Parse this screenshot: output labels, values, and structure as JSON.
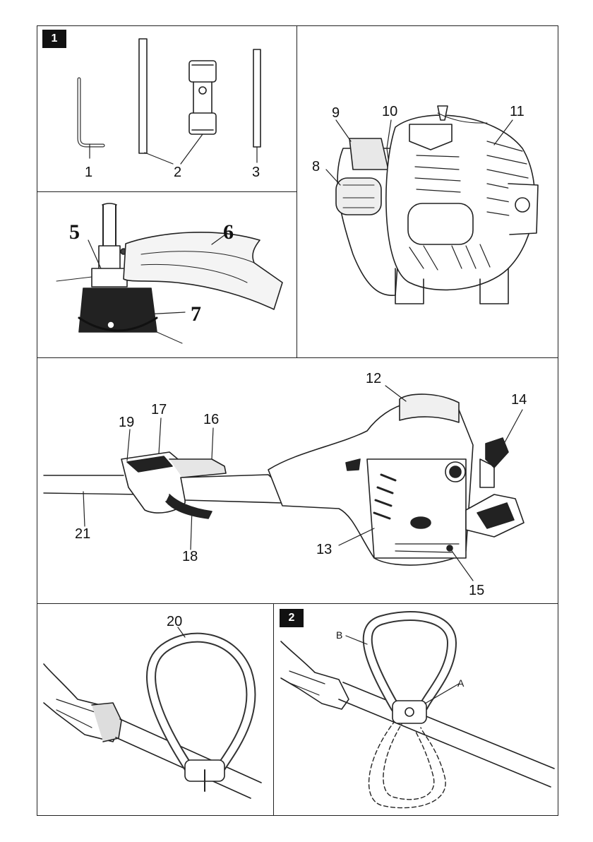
{
  "panel1": {
    "badge": "1",
    "labels": [
      "1",
      "2",
      "3"
    ]
  },
  "head_panel": {
    "labels": [
      "5",
      "6",
      "7"
    ]
  },
  "engine_panel": {
    "labels": [
      "8",
      "9",
      "10",
      "11"
    ]
  },
  "body_panel": {
    "labels": [
      "12",
      "13",
      "14",
      "15",
      "16",
      "17",
      "18",
      "19",
      "21"
    ]
  },
  "handle_panel": {
    "label": "20"
  },
  "panel2": {
    "badge": "2",
    "label_a": "A",
    "label_b": "B"
  }
}
